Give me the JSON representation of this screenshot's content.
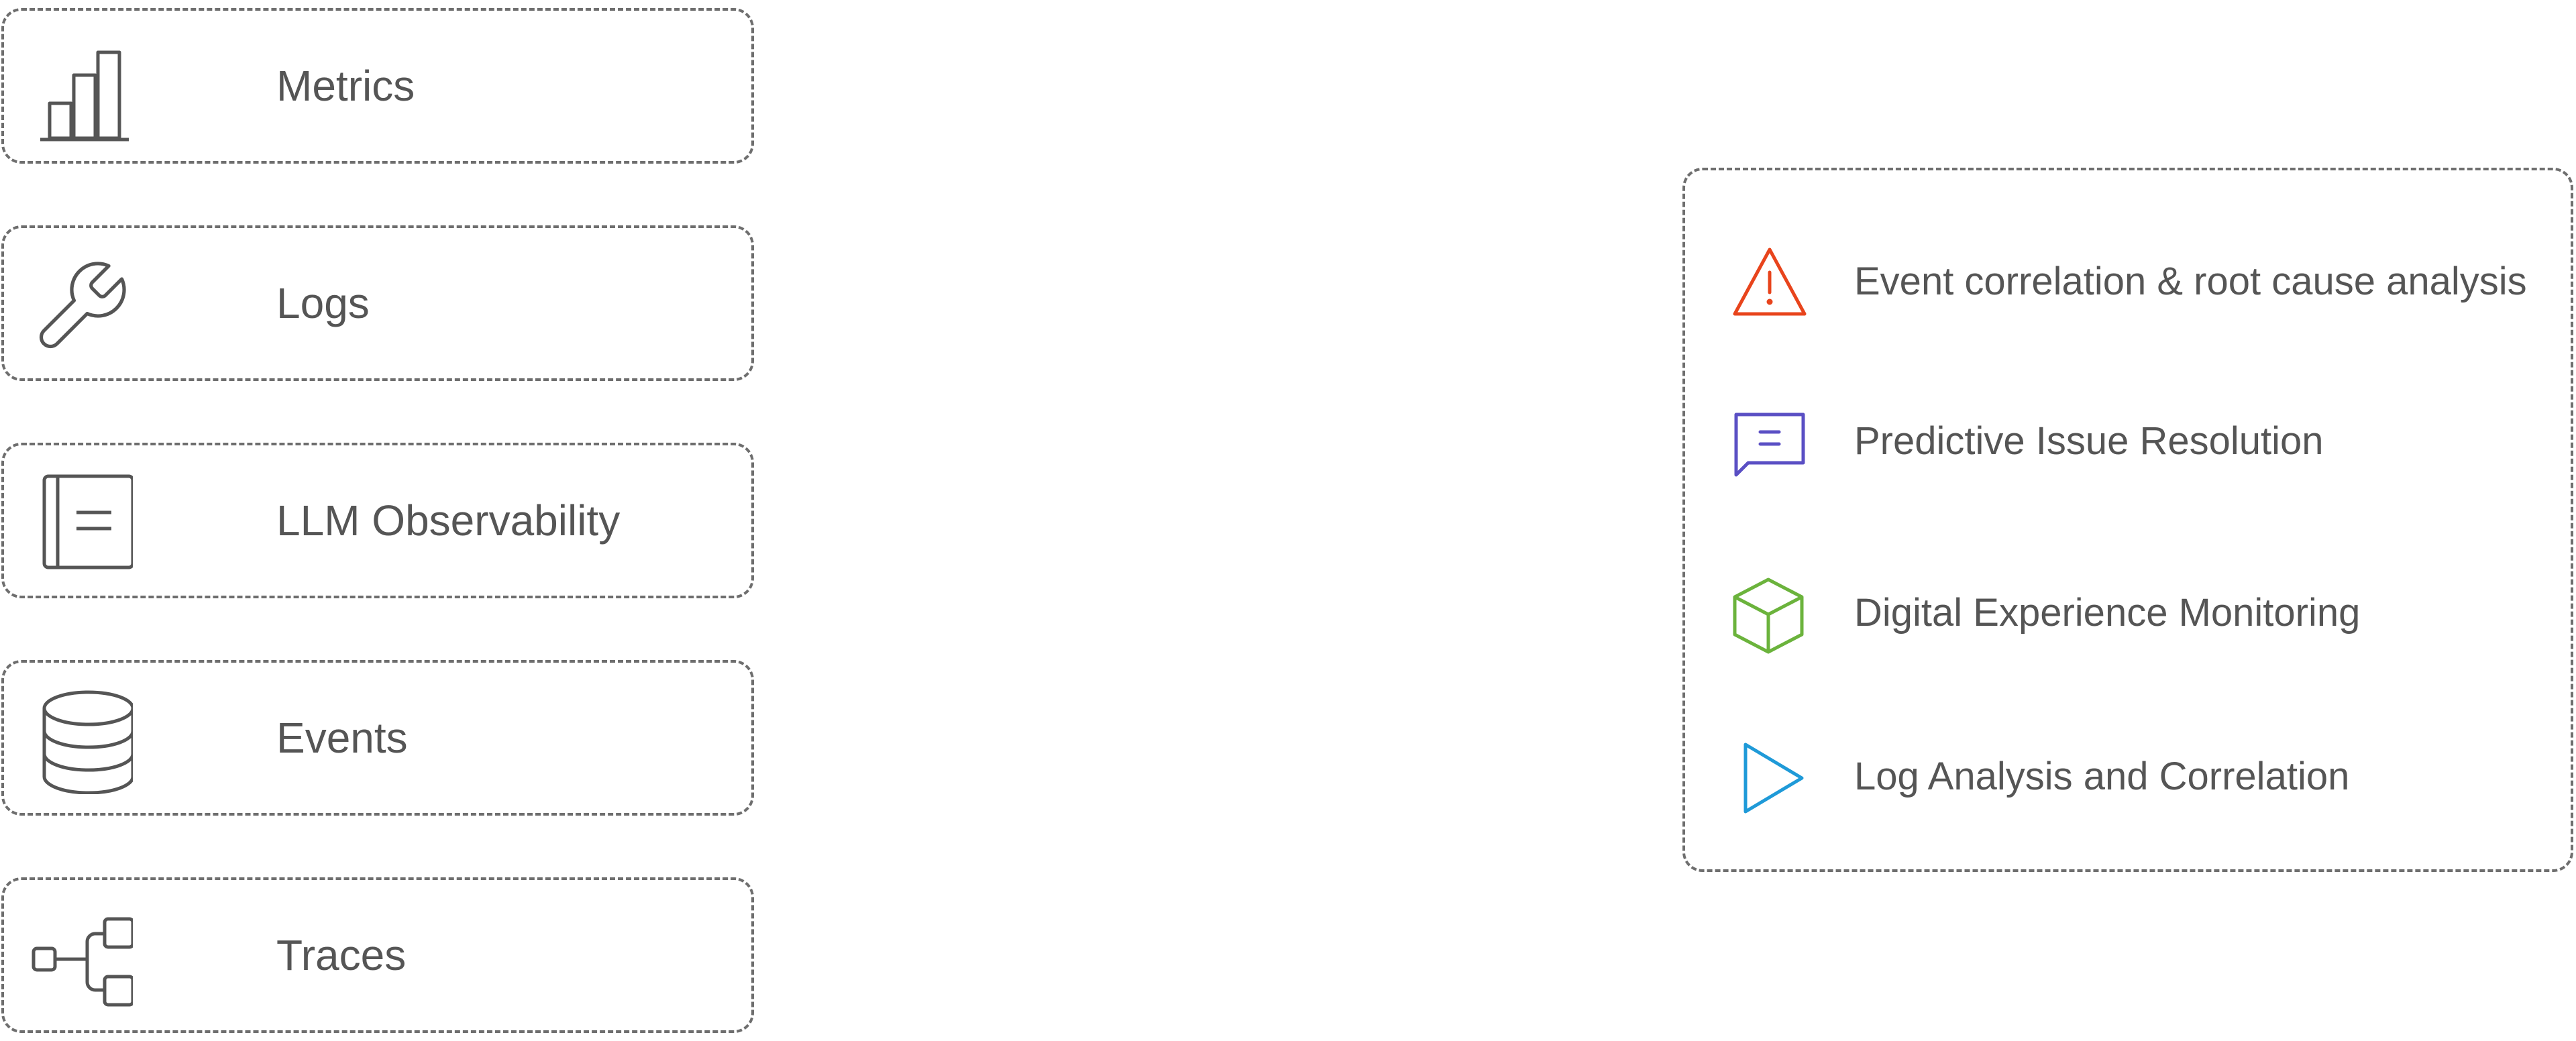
{
  "left_items": [
    {
      "label": "Metrics",
      "icon": "bar-chart-icon"
    },
    {
      "label": "Logs",
      "icon": "wrench-icon"
    },
    {
      "label": "LLM Observability",
      "icon": "notebook-icon"
    },
    {
      "label": "Events",
      "icon": "database-icon"
    },
    {
      "label": "Traces",
      "icon": "tree-structure-icon"
    }
  ],
  "right_items": [
    {
      "label": "Event correlation & root cause analysis",
      "icon": "warning-triangle-icon",
      "color": "#e8441c"
    },
    {
      "label": "Predictive Issue Resolution",
      "icon": "chat-bubble-icon",
      "color": "#5a4fc4"
    },
    {
      "label": "Digital Experience Monitoring",
      "icon": "cube-icon",
      "color": "#6bb33c"
    },
    {
      "label": "Log Analysis and Correlation",
      "icon": "play-triangle-icon",
      "color": "#1f9ad8"
    }
  ],
  "colors": {
    "outline": "#6e6e6e",
    "text": "#555555",
    "icon_gray": "#555555"
  }
}
